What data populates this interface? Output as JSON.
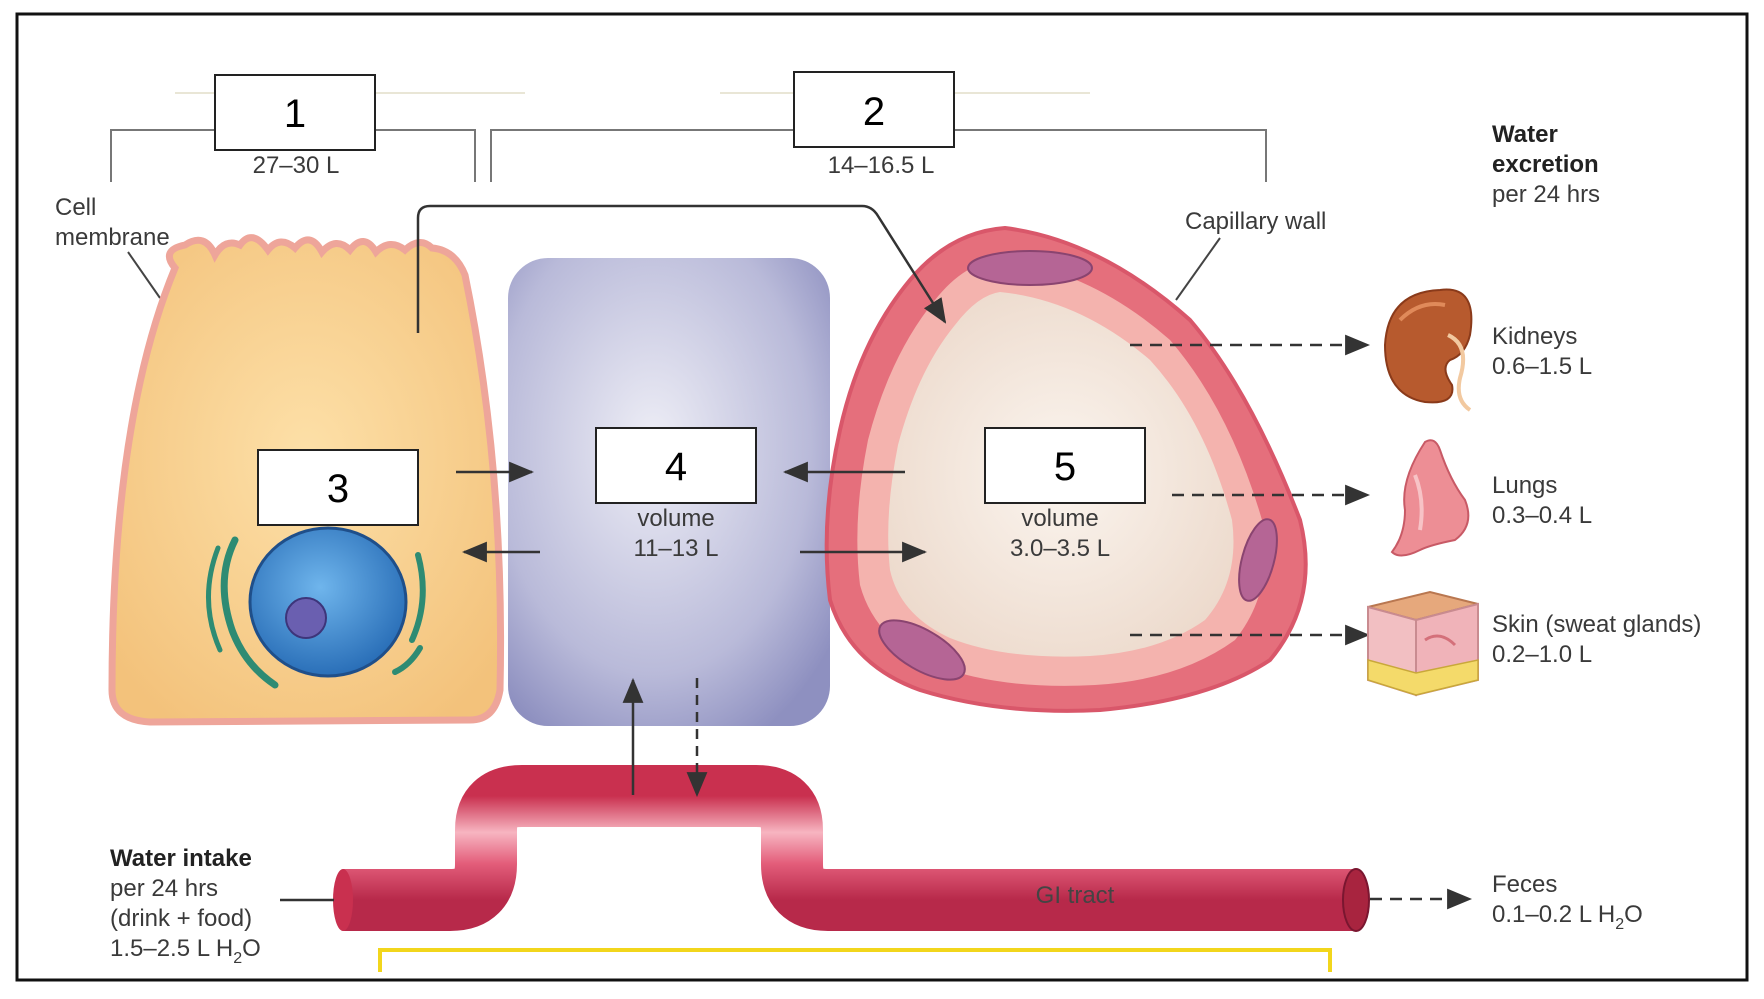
{
  "boxes": {
    "box1": "1",
    "box2": "2",
    "box3": "3",
    "box4": "4",
    "box5": "5"
  },
  "volumes": {
    "intracellular": "27–30 L",
    "extracellular": "14–16.5 L",
    "interstitial_word": "volume",
    "interstitial": "11–13 L",
    "plasma_word": "volume",
    "plasma": "3.0–3.5 L"
  },
  "labels": {
    "cell_membrane_1": "Cell",
    "cell_membrane_2": "membrane",
    "capillary_wall": "Capillary wall",
    "gi_tract": "GI tract"
  },
  "water_excretion": {
    "title_1": "Water",
    "title_2": "excretion",
    "subtitle": "per 24 hrs",
    "kidneys": "Kidneys",
    "kidneys_value": "0.6–1.5 L",
    "lungs": "Lungs",
    "lungs_value": "0.3–0.4 L",
    "skin": "Skin (sweat glands)",
    "skin_value": "0.2–1.0 L",
    "feces": "Feces",
    "feces_value": "0.1–0.2 L H",
    "feces_sub": "2",
    "feces_tail": "O"
  },
  "water_intake": {
    "title": "Water intake",
    "line1": "per 24 hrs",
    "line2": "(drink + food)",
    "line3": "1.5–2.5 L H",
    "line3_sub": "2",
    "line3_tail": "O"
  },
  "colors": {
    "cell": "#f7cf8f",
    "cell_border": "#eea59a",
    "interstitial": "#9c9ec9",
    "capillary": "#e4737f",
    "nucleus": "#3e8fd1",
    "gi": "#dd4d6a",
    "highlight": "#f2d61c"
  }
}
